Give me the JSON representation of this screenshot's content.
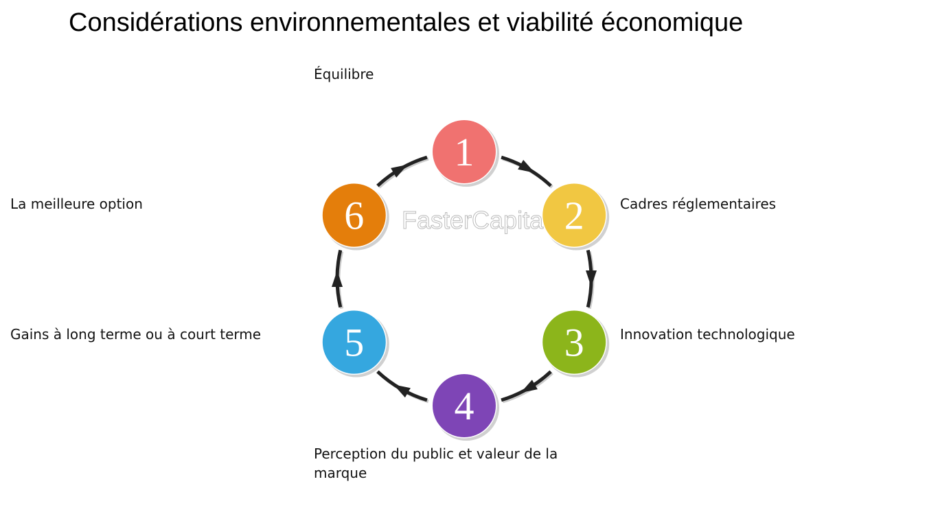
{
  "title": "Considérations environnementales et viabilité économique",
  "watermark": "FasterCapital",
  "steps": [
    {
      "number": "1",
      "label": "Équilibre",
      "color": "#f07270"
    },
    {
      "number": "2",
      "label": "Cadres réglementaires",
      "color": "#f1c742"
    },
    {
      "number": "3",
      "label": "Innovation technologique",
      "color": "#8cb51b"
    },
    {
      "number": "4",
      "label": "Perception du public et valeur de la marque",
      "color": "#7e45b6"
    },
    {
      "number": "5",
      "label": "Gains à long terme ou à court terme",
      "color": "#35a7df"
    },
    {
      "number": "6",
      "label": "La meilleure option",
      "color": "#e47e0b"
    }
  ],
  "arrow_color": "#222222",
  "direction": "clockwise"
}
